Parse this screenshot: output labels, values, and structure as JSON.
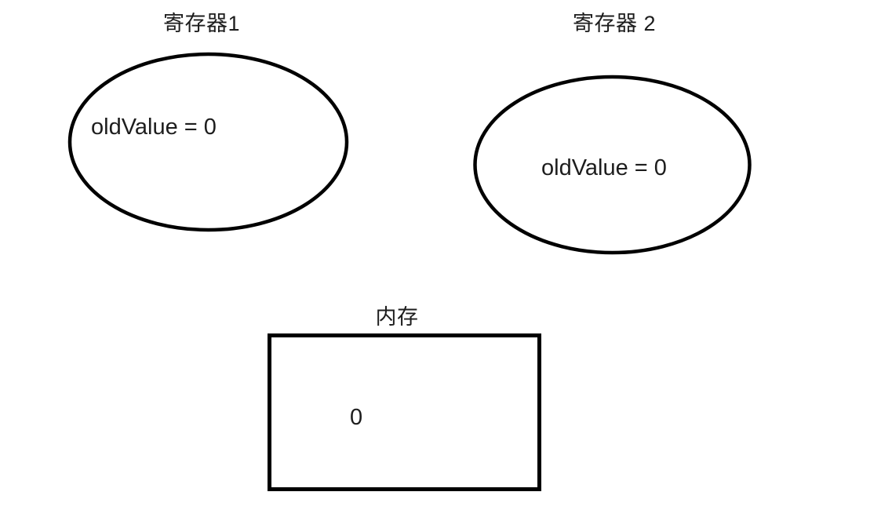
{
  "diagram": {
    "title_hidden": "",
    "background_color": "#ffffff",
    "stroke_color": "#000000",
    "text_color": "#1d1d1d",
    "registers": [
      {
        "id": "register-1",
        "title": "寄存器1",
        "value_text": "oldValue = 0",
        "variable": "oldValue",
        "value": "0",
        "shape": "ellipse"
      },
      {
        "id": "register-2",
        "title": "寄存器 2",
        "value_text": "oldValue = 0",
        "variable": "oldValue",
        "value": "0",
        "shape": "ellipse"
      }
    ],
    "memory": {
      "id": "memory",
      "title": "内存",
      "value": "0",
      "shape": "rectangle"
    }
  }
}
